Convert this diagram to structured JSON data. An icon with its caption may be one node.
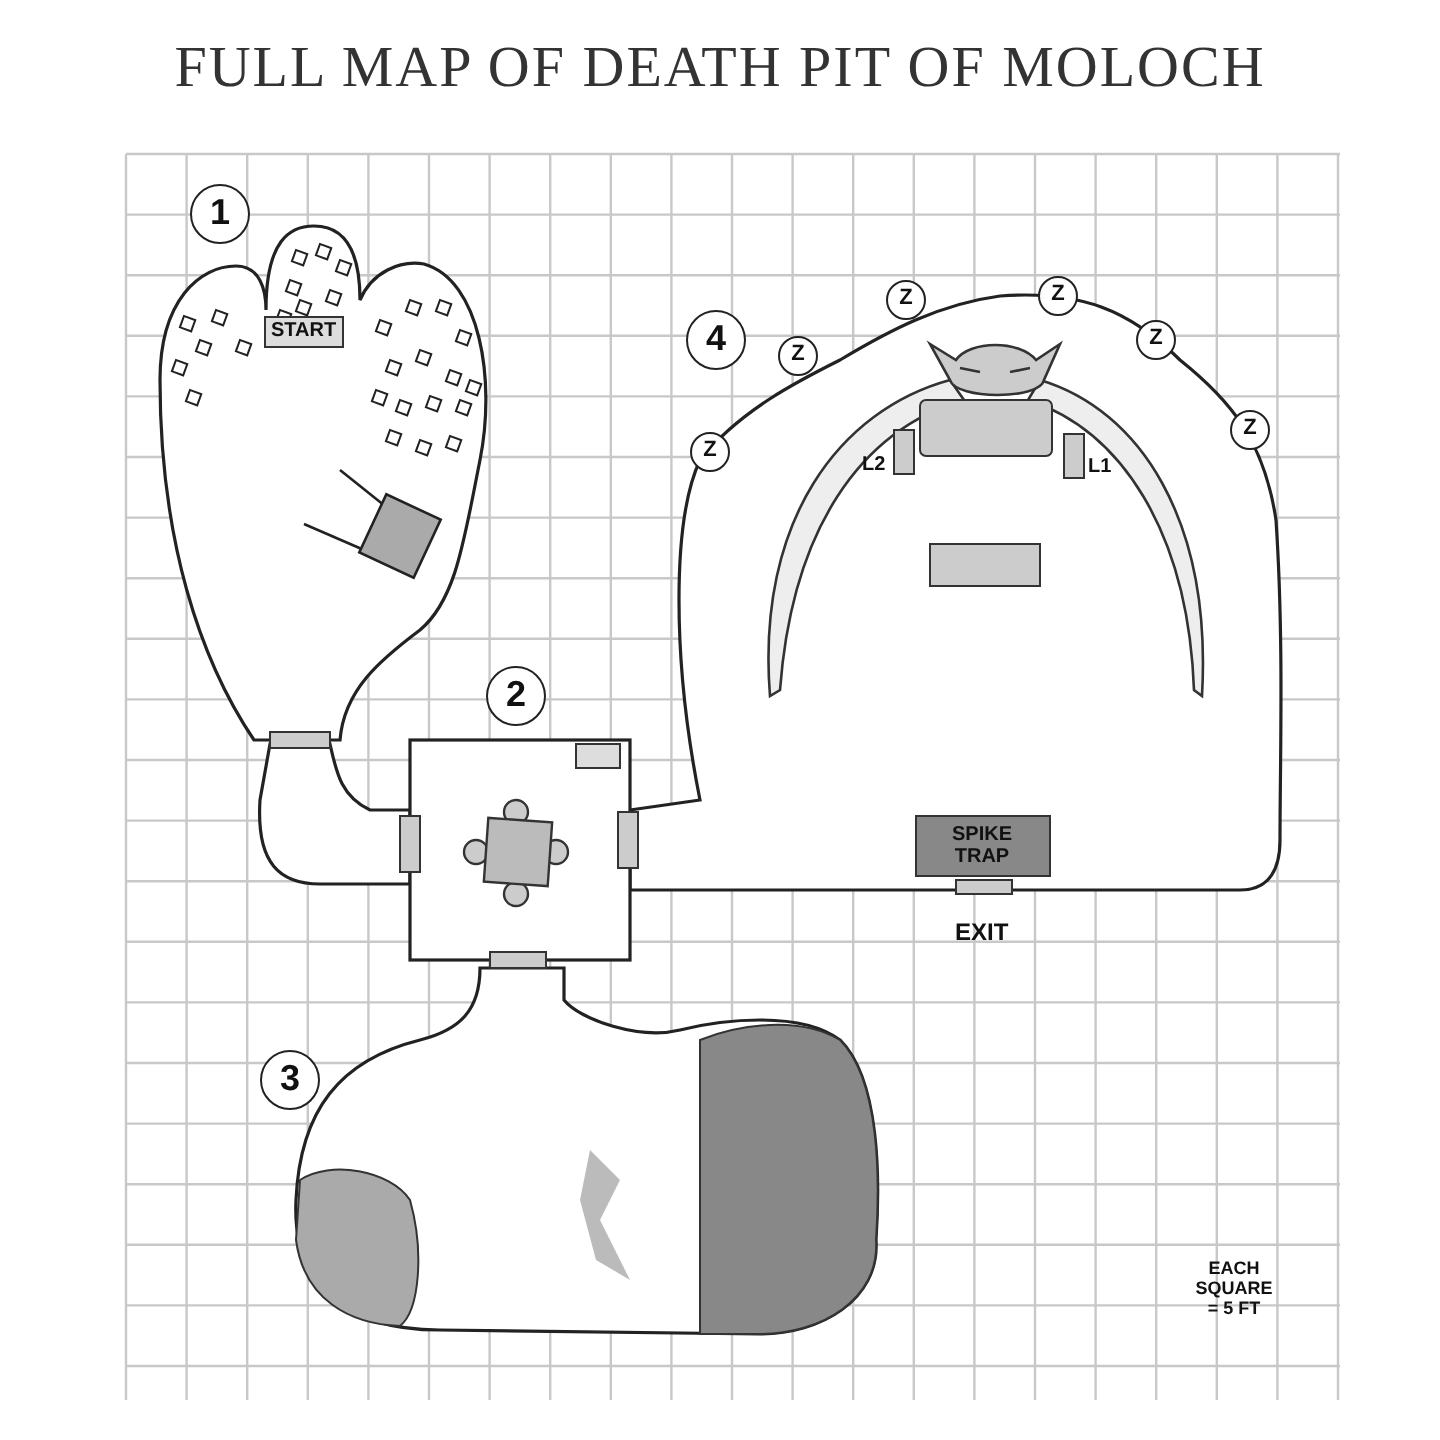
{
  "diagram": {
    "title": "FULL MAP OF DEATH PIT OF MOLOCH",
    "labels": [
      "1",
      "START",
      "Z",
      "Z",
      "4",
      "Z",
      "Z",
      "Z",
      "Z",
      "L2",
      "L1",
      "2",
      "SPIKE TRAP",
      "EXIT",
      "3",
      "EACH SQUARE = 5 FT"
    ]
  }
}
